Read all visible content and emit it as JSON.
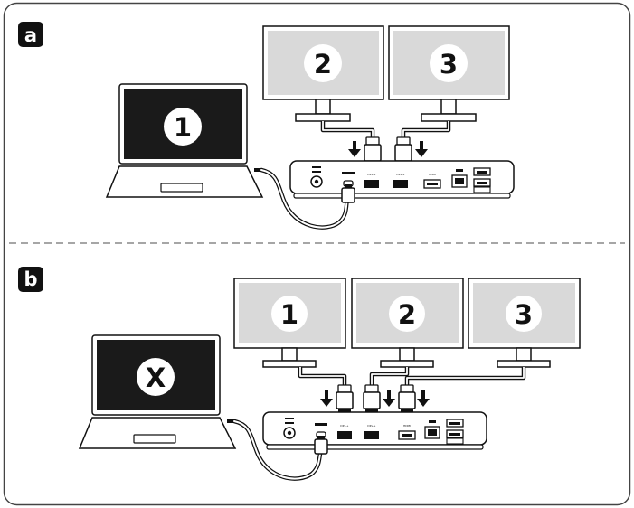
{
  "panels": [
    {
      "label": "a",
      "laptop": {
        "screen": "1",
        "screen_color": "#1a1a1a",
        "marker_type": "number"
      },
      "monitors": [
        {
          "number": "2"
        },
        {
          "number": "3"
        }
      ],
      "dock_ports": [
        "DP++",
        "DP++",
        "HDMI"
      ]
    },
    {
      "label": "b",
      "laptop": {
        "screen": "X",
        "screen_color": "#1a1a1a",
        "marker_type": "cross"
      },
      "monitors": [
        {
          "number": "1"
        },
        {
          "number": "2"
        },
        {
          "number": "3"
        }
      ],
      "dock_ports": [
        "DP++",
        "DP++",
        "HDMI"
      ]
    }
  ],
  "colors": {
    "monitor_screen": "#d9d9d9",
    "outline": "#111111",
    "panel_border": "#444444",
    "divider": "#888888"
  }
}
